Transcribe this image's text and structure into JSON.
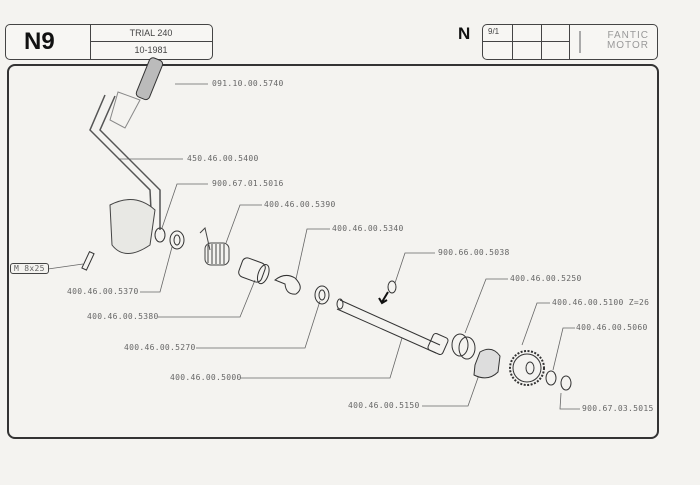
{
  "header": {
    "section_code": "N9",
    "model": "TRIAL 240",
    "date": "10-1981",
    "group_letter": "N",
    "page": "9/1",
    "brand_logo": "FANTIC MOTOR"
  },
  "parts": {
    "grip": "091.10.00.5740",
    "kick_lever": "450.46.00.5400",
    "circlip_1": "900.67.01.5016",
    "spring": "400.46.00.5390",
    "pawl": "400.46.00.5340",
    "bolt": "M 8x25",
    "washer_1": "400.46.00.5370",
    "bushing": "400.46.00.5380",
    "washer_2": "400.46.00.5270",
    "shaft": "400.46.00.5000",
    "ring": "900.66.00.5038",
    "bearing": "400.46.00.5250",
    "gear": "400.46.00.5100 Z=26",
    "washer_3": "400.46.00.5060",
    "ratchet": "400.46.00.5150",
    "circlip_2": "900.67.03.5015"
  }
}
